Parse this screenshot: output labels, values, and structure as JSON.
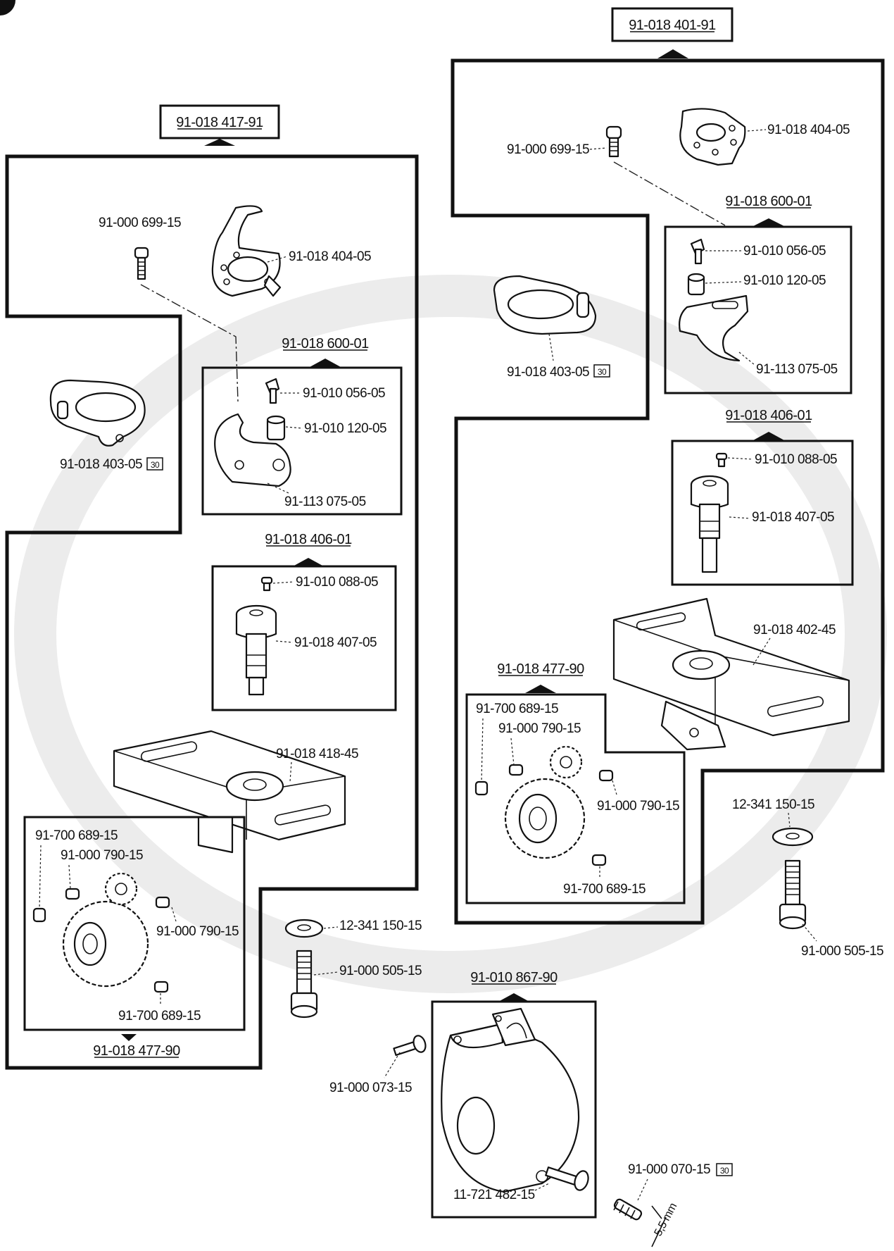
{
  "assemblies": {
    "left_main": "91-018 417-91",
    "right_main": "91-018 401-91",
    "left_clamp": "91-018 600-01",
    "right_clamp": "91-018 600-01",
    "left_stud": "91-018 406-01",
    "right_stud": "91-018 406-01",
    "left_gear": "91-018 477-90",
    "right_gear": "91-018 477-90",
    "bottom_housing": "91-010 867-90"
  },
  "labels": {
    "l_screw_top": "91-000 699-15",
    "l_plate": "91-018 404-05",
    "l_ring": "91-018 403-05",
    "l_pin": "91-010 056-05",
    "l_bush": "91-010 120-05",
    "l_clamp": "91-113 075-05",
    "l_setscrew": "91-010 088-05",
    "l_stud": "91-018 407-05",
    "l_base": "91-018 418-45",
    "l_gs1": "91-700 689-15",
    "l_gs2": "91-000 790-15",
    "l_gs3": "91-000 790-15",
    "l_gs4": "91-700 689-15",
    "c_washer": "12-341 150-15",
    "c_bolt": "91-000 505-15",
    "r_screw_top": "91-000 699-15",
    "r_plate": "91-018 404-05",
    "r_pin": "91-010 056-05",
    "r_bush": "91-010 120-05",
    "r_clamp": "91-113 075-05",
    "r_ring": "91-018 403-05",
    "r_setscrew": "91-010 088-05",
    "r_stud": "91-018 407-05",
    "r_base": "91-018 402-45",
    "r_gs1": "91-700 689-15",
    "r_gs2": "91-000 790-15",
    "r_gs3": "91-000 790-15",
    "r_gs4": "91-700 689-15",
    "r_washer": "12-341 150-15",
    "r_bolt": "91-000 505-15",
    "b_screw": "91-000 073-15",
    "b_screw2": "11-721 482-15",
    "b_screw3": "91-000 070-15",
    "dim": "5,5 mm",
    "badge": "30"
  }
}
